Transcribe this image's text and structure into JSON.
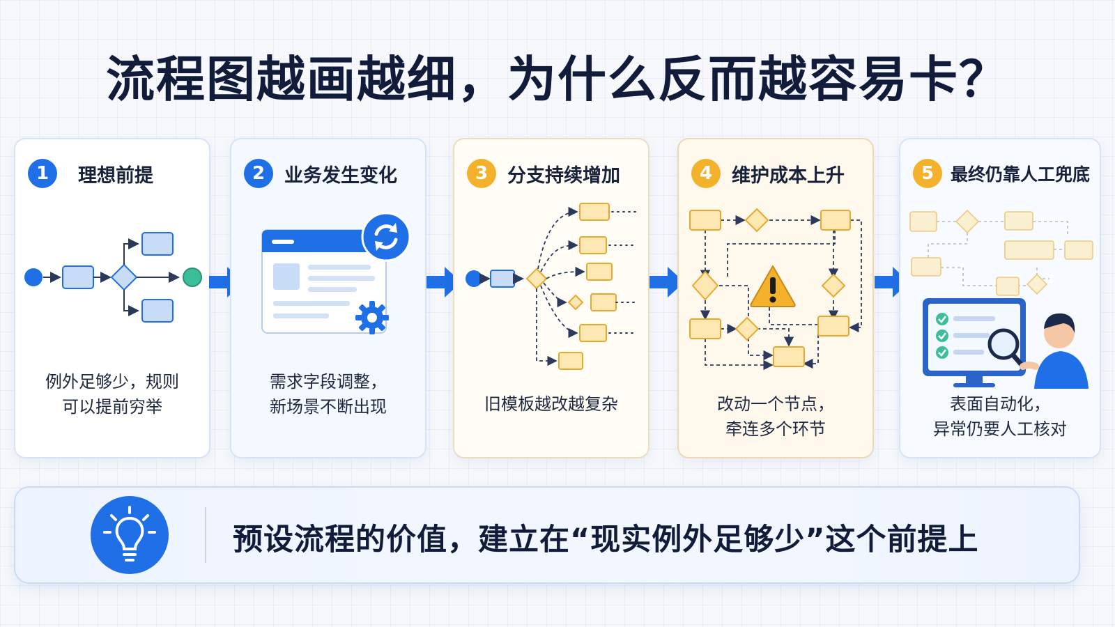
{
  "title": "流程图越画越细，为什么反而越容易卡？",
  "steps": [
    {
      "number": "1",
      "title": "理想前提",
      "description": "例外足够少，规则\n可以提前穷举"
    },
    {
      "number": "2",
      "title": "业务发生变化",
      "description": "需求字段调整，\n新场景不断出现"
    },
    {
      "number": "3",
      "title": "分支持续增加",
      "description": "旧模板越改越复杂"
    },
    {
      "number": "4",
      "title": "维护成本上升",
      "description": "改动一个节点，\n牵连多个环节"
    },
    {
      "number": "5",
      "title": "最终仍靠人工兜底",
      "description": "表面自动化，\n异常仍要人工核对"
    }
  ],
  "conclusion": "预设流程的价值，建立在“现实例外足够少”这个前提上",
  "colors": {
    "primary_blue": "#1f6fe6",
    "accent_amber": "#f4b22c",
    "title_text": "#101c3a"
  },
  "icons": [
    "refresh-icon",
    "gear-icon",
    "warning-icon",
    "magnifier-icon",
    "lightbulb-icon",
    "check-icon"
  ]
}
